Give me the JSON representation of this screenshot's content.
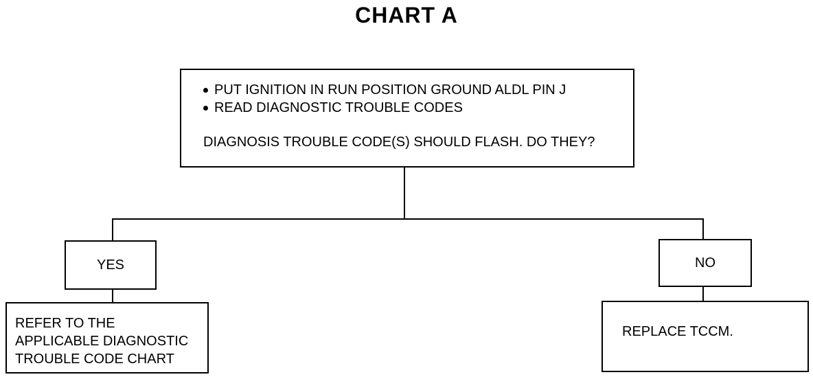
{
  "title": "CHART A",
  "start": {
    "steps": [
      "PUT IGNITION IN RUN POSITION GROUND ALDL PIN J",
      "READ DIAGNOSTIC TROUBLE CODES"
    ],
    "question": "DIAGNOSIS TROUBLE CODE(S) SHOULD FLASH. DO THEY?"
  },
  "branches": {
    "yes": {
      "label": "YES",
      "result_lines": [
        "REFER TO THE",
        "APPLICABLE DIAGNOSTIC",
        "TROUBLE CODE CHART"
      ]
    },
    "no": {
      "label": "NO",
      "result": "REPLACE TCCM."
    }
  }
}
